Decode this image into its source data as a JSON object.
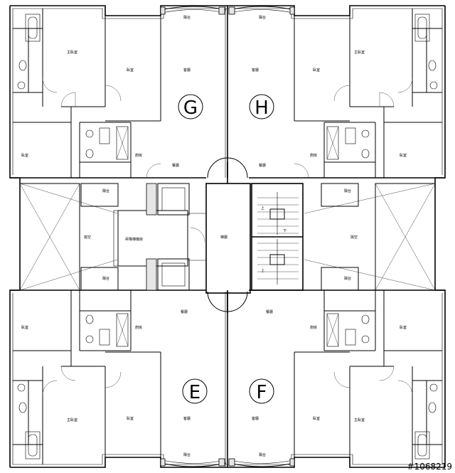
{
  "units": [
    "G",
    "H",
    "E",
    "F"
  ],
  "rooms": {
    "balcony": "陽台",
    "master_bedroom": "主臥室",
    "bedroom": "臥室",
    "living_room": "客廳",
    "dining_room": "餐廳",
    "kitchen": "廚房",
    "lobby": "梯廳",
    "void": "挑空",
    "elevator_room": "昇降梯機房",
    "up": "上",
    "down": "下"
  },
  "watermark": "#1068219"
}
